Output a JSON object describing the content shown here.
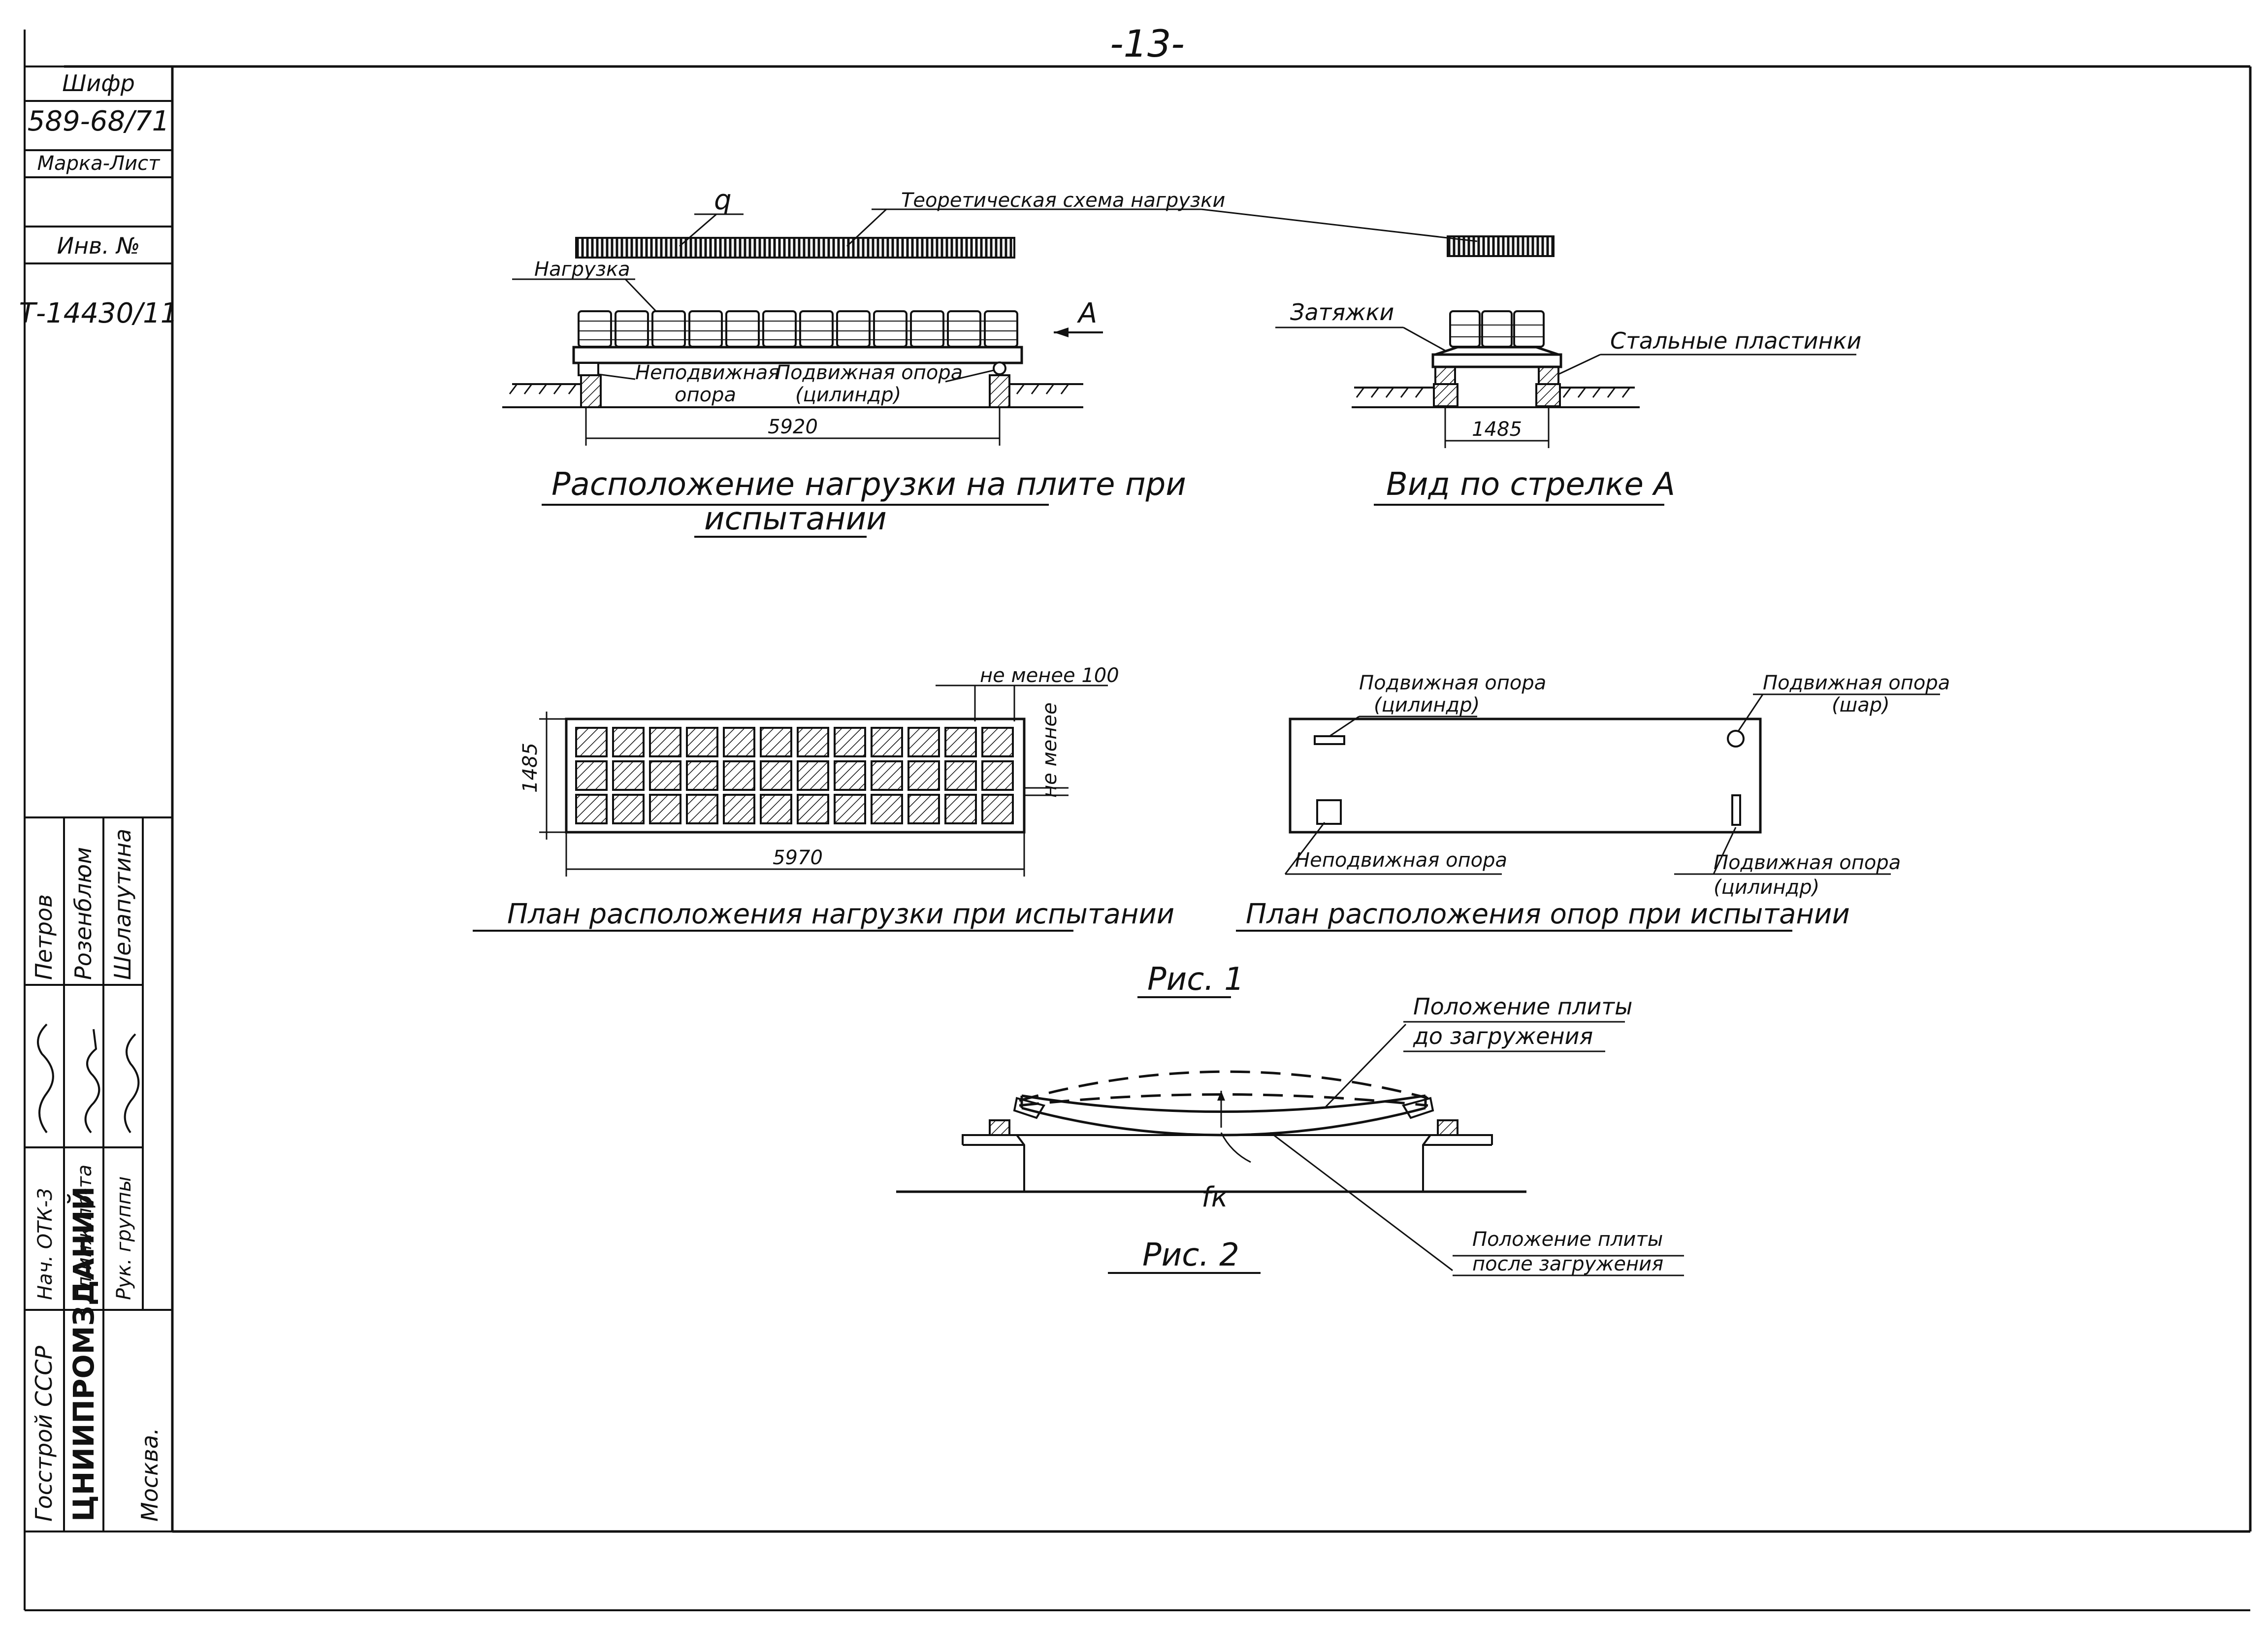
{
  "page_number": "-13-",
  "title_block": {
    "code_label": "Шифр",
    "code": "589-68/71",
    "sheet_label": "Марка-Лист",
    "inv_label": "Инв. №",
    "inv": "Т-14430/11",
    "names": [
      "Петров",
      "Розенблюм",
      "Шелапутина"
    ],
    "roles": [
      "Нач. ОТК-3",
      "Гл.инж.пр-та",
      "Рук. группы"
    ],
    "org": "Госстрой СССР",
    "institute": "ЦНИИПРОМЗДАНИЙ",
    "city": "Москва."
  },
  "fig1": {
    "side": {
      "q_label": "q",
      "theory_label": "Теоретическая схема нагрузки",
      "load_label": "Нагрузка",
      "arrow_label": "А",
      "fixed_support": [
        "Неподвижная",
        "опора"
      ],
      "moving_support": [
        "Подвижная опора",
        "(цилиндр)"
      ],
      "dim": "5920",
      "caption": [
        "Расположение нагрузки на плите при",
        "испытании"
      ]
    },
    "view_a": {
      "ties_label": "Затяжки",
      "plates_label": "Стальные пластинки",
      "dim": "1485",
      "caption": "Вид по стрелке А"
    },
    "load_plan": {
      "min_label": "не менее 100",
      "min_label2": "не менее",
      "dim_h": "1485",
      "dim_w": "5970",
      "caption": "План расположения нагрузки при испытании"
    },
    "support_plan": {
      "moving_cyl_label": [
        "Подвижная опора",
        "(цилиндр)"
      ],
      "moving_ball_label": [
        "Подвижная опора",
        "(шар)"
      ],
      "fixed_label": "Неподвижная опора",
      "moving_cyl2_label": [
        "Подвижная опора",
        "(цилиндр)"
      ],
      "caption": "План расположения опор при испытании"
    },
    "figure_label": "Рис. 1"
  },
  "fig2": {
    "before_label": [
      "Положение плиты",
      "до загружения"
    ],
    "after_label": [
      "Положение плиты",
      "после загружения"
    ],
    "deflection": "fк",
    "figure_label": "Рис. 2"
  }
}
